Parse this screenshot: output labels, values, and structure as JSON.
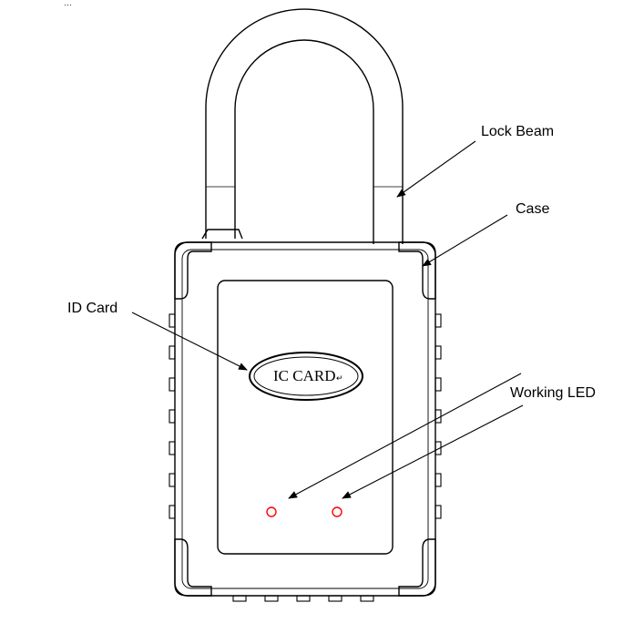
{
  "header_fragment": "…",
  "labels": {
    "lock_beam": "Lock Beam",
    "case": "Case",
    "id_card": "ID Card",
    "working_led": "Working LED"
  },
  "card_text": "IC CARD",
  "card_mark": "↵",
  "colors": {
    "line": "#000000",
    "led": "#ff0000",
    "background": "#ffffff"
  }
}
